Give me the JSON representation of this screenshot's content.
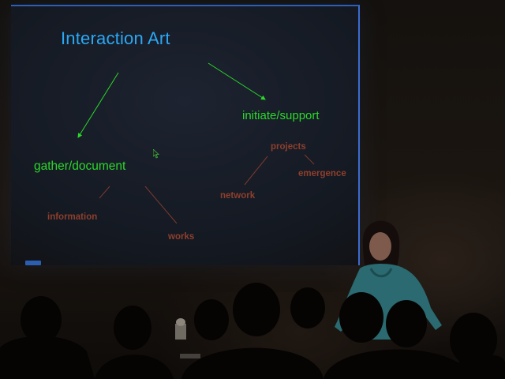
{
  "slide": {
    "title": "Interaction Art",
    "branch_left": "gather/document",
    "branch_right": "initiate/support",
    "leaves": {
      "projects": "projects",
      "emergence": "emergence",
      "network": "network",
      "information": "information",
      "works": "works"
    }
  },
  "colors": {
    "title": "#2aa8f5",
    "branch": "#2bd82b",
    "leaf": "#8e3f2d",
    "screen_border": "#3b6cd0",
    "speaker_shirt": "#2a6a70"
  },
  "icons": {
    "cursor": "mouse-pointer-icon",
    "nav": "slide-nav-icon"
  }
}
